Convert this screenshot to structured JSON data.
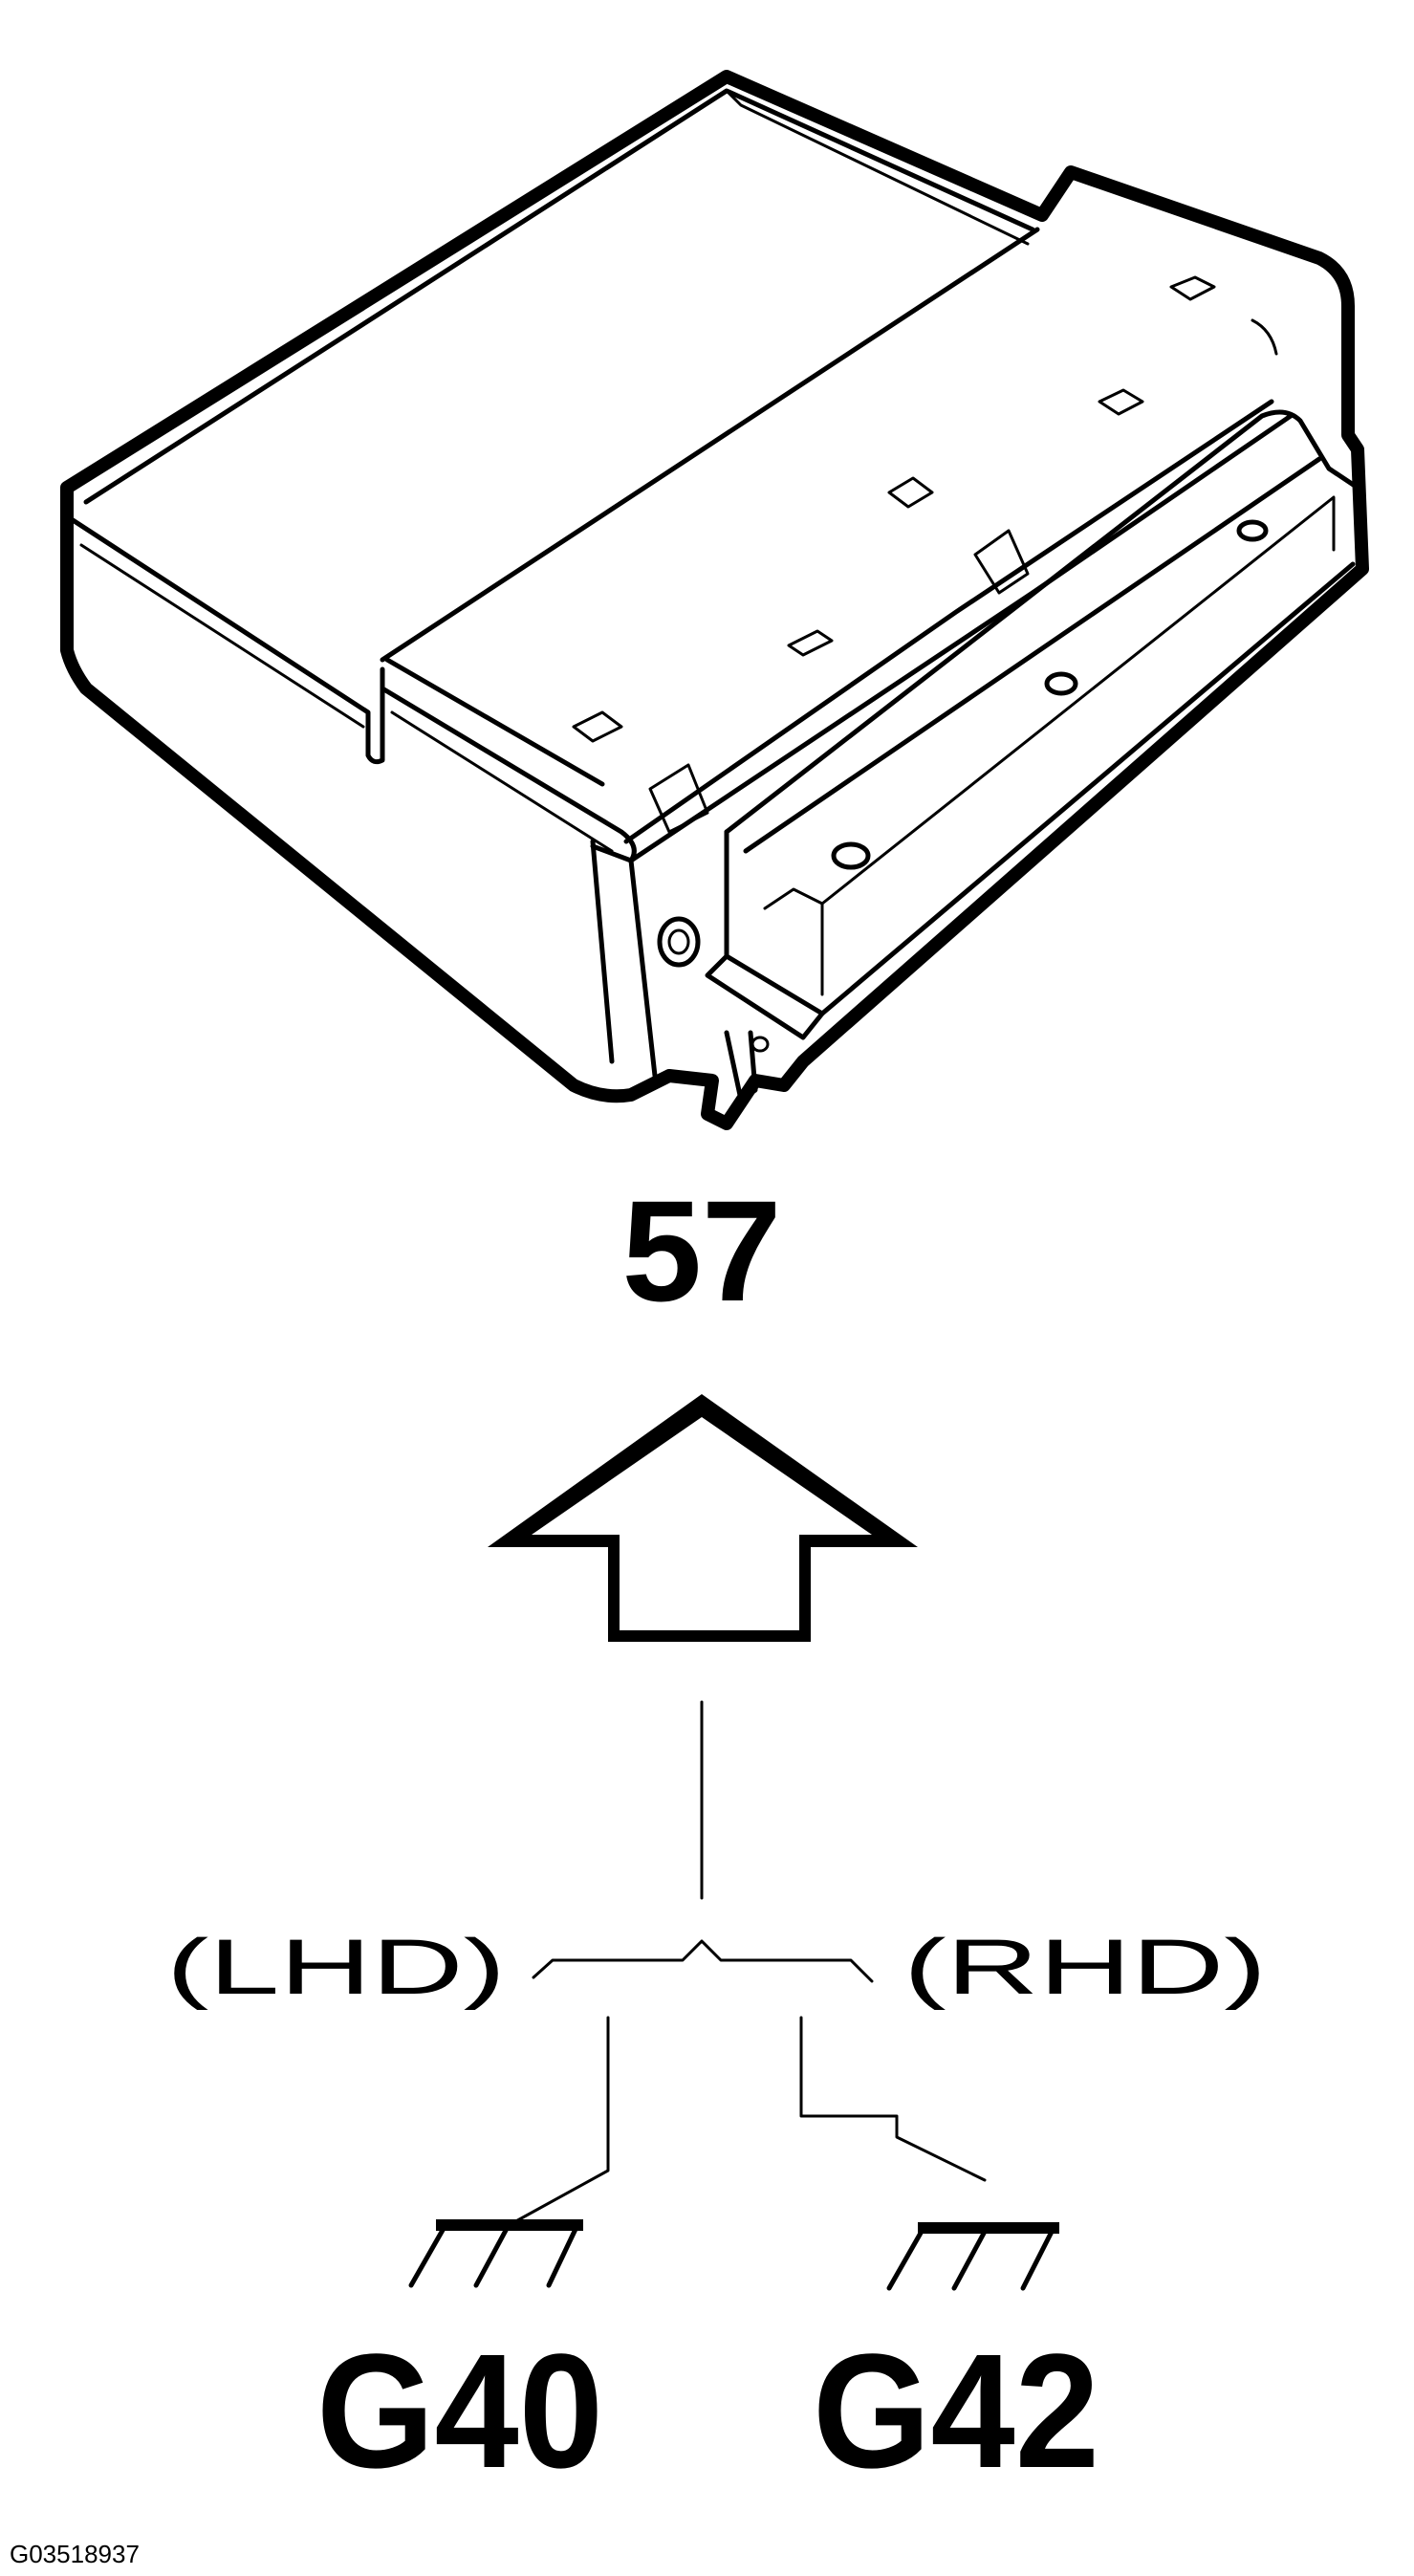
{
  "component": {
    "number": "57"
  },
  "variants": {
    "left": "(LHD)",
    "right": "(RHD)"
  },
  "grounds": [
    {
      "id": "G40"
    },
    {
      "id": "G42"
    }
  ],
  "figure_code": "G03518937"
}
